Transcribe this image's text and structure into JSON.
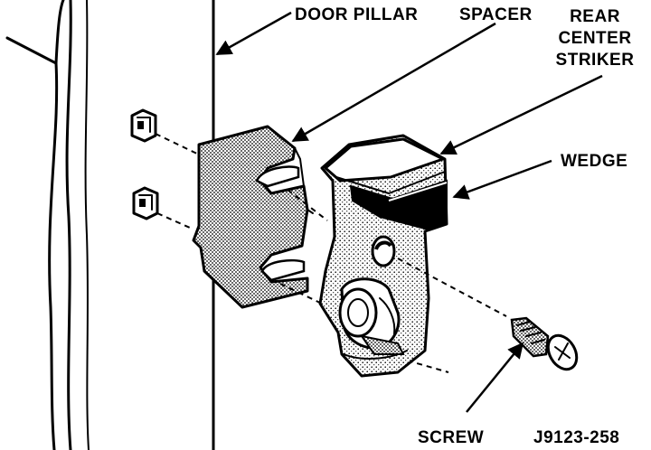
{
  "labels": {
    "door_pillar": "DOOR PILLAR",
    "spacer": "SPACER",
    "rear_center_striker": [
      "REAR",
      "CENTER",
      "STRIKER"
    ],
    "wedge": "WEDGE",
    "screw": "SCREW",
    "figure_id": "J9123-258"
  }
}
